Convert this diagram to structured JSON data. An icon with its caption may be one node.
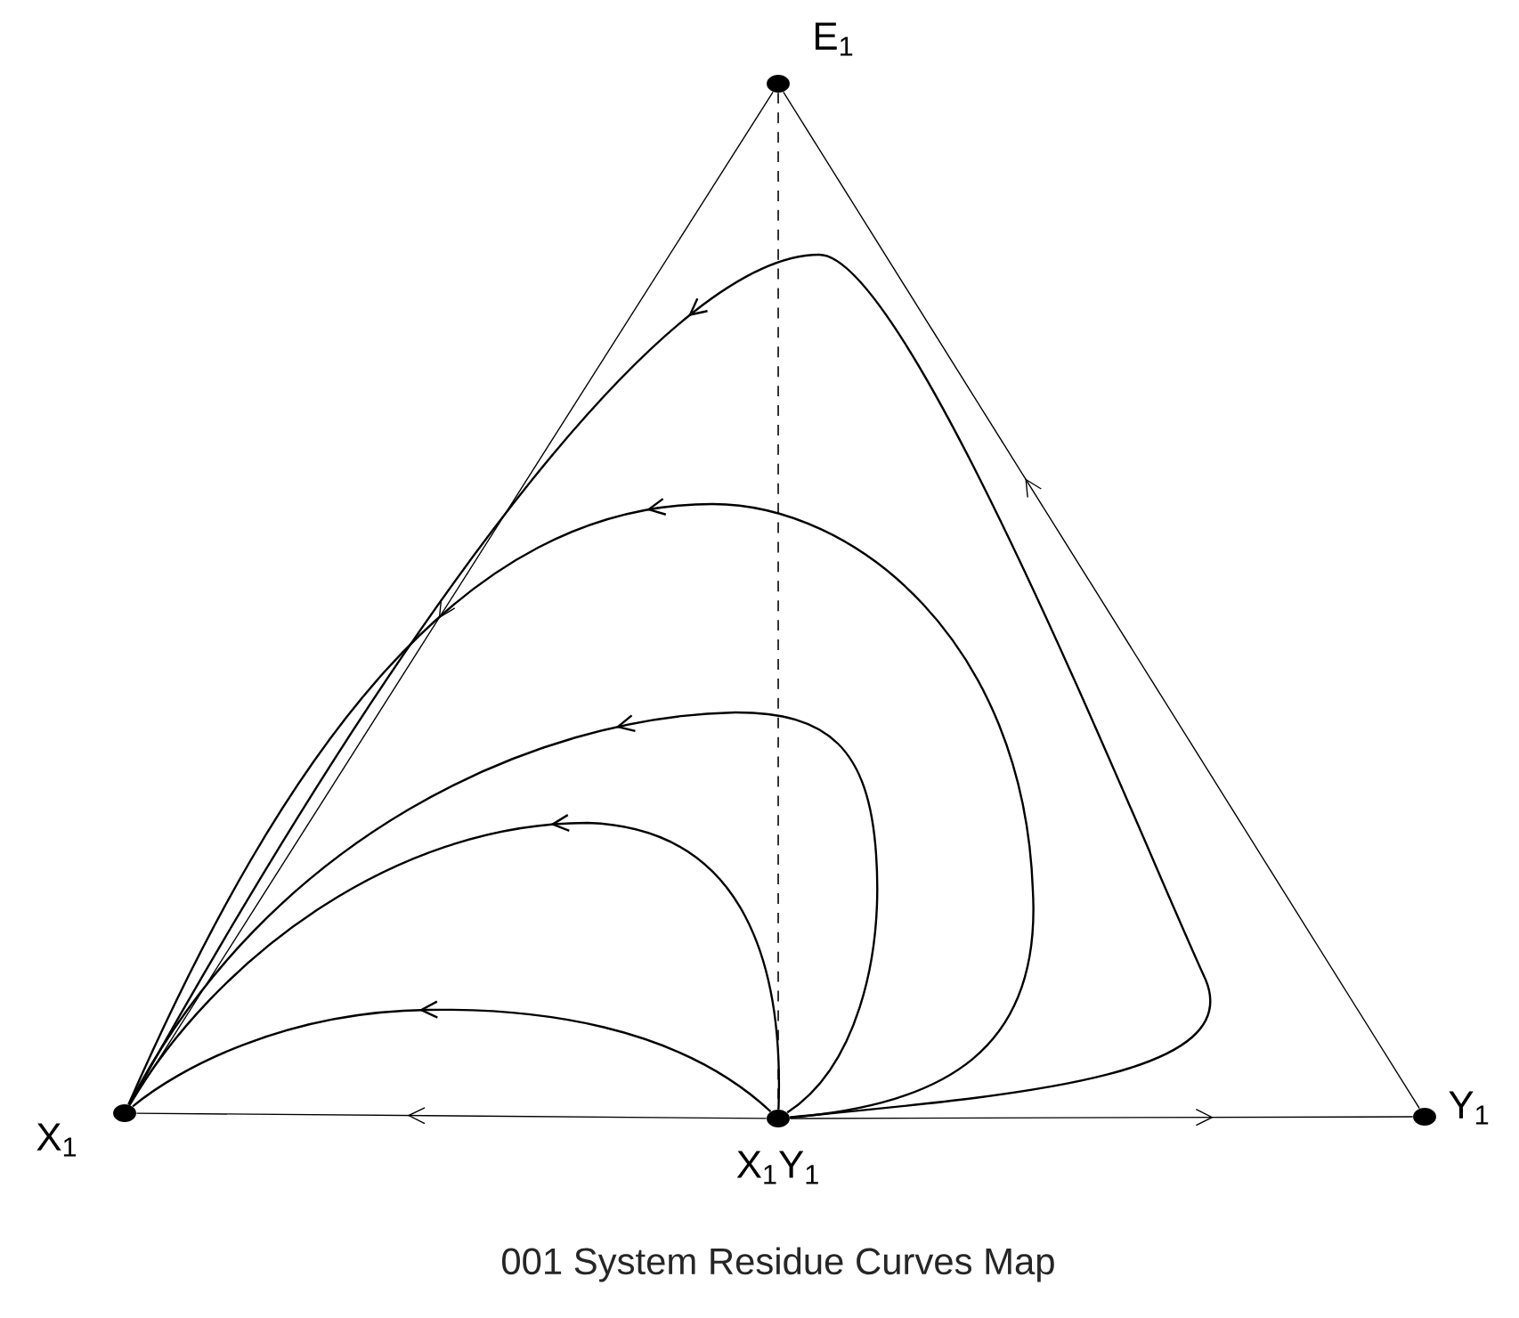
{
  "diagram": {
    "caption": "001 System Residue Curves Map",
    "nodes": [
      {
        "text": [],
        "shape": "circle",
        "beside": [
          "E$_{1}$"
        ]
      },
      {
        "text": [],
        "shape": "circle",
        "beside": [
          "X$_{1}$"
        ]
      },
      {
        "text": [],
        "shape": "circle",
        "beside": [
          "X$_{1}$Y$_{1}$"
        ]
      },
      {
        "text": [],
        "shape": "circle",
        "beside": [
          "Y$_{1}$"
        ]
      }
    ],
    "edges": [
      {
        "from": 0,
        "to": 1,
        "arrow": "to"
      },
      {
        "from": 3,
        "to": 0,
        "arrow": "to"
      },
      {
        "from": 2,
        "to": 1,
        "arrow": "to"
      },
      {
        "from": 2,
        "to": 3,
        "arrow": "to"
      },
      {
        "from": 0,
        "to": 2,
        "arrow": "none",
        "style": "dashed"
      },
      {
        "from": 2,
        "to": 1,
        "arrow": "to"
      },
      {
        "from": 2,
        "to": 1,
        "arrow": "to"
      },
      {
        "from": 2,
        "to": 1,
        "arrow": "to"
      },
      {
        "from": 2,
        "to": 1,
        "arrow": "to"
      },
      {
        "from": 2,
        "to": 1,
        "arrow": "to"
      }
    ]
  }
}
